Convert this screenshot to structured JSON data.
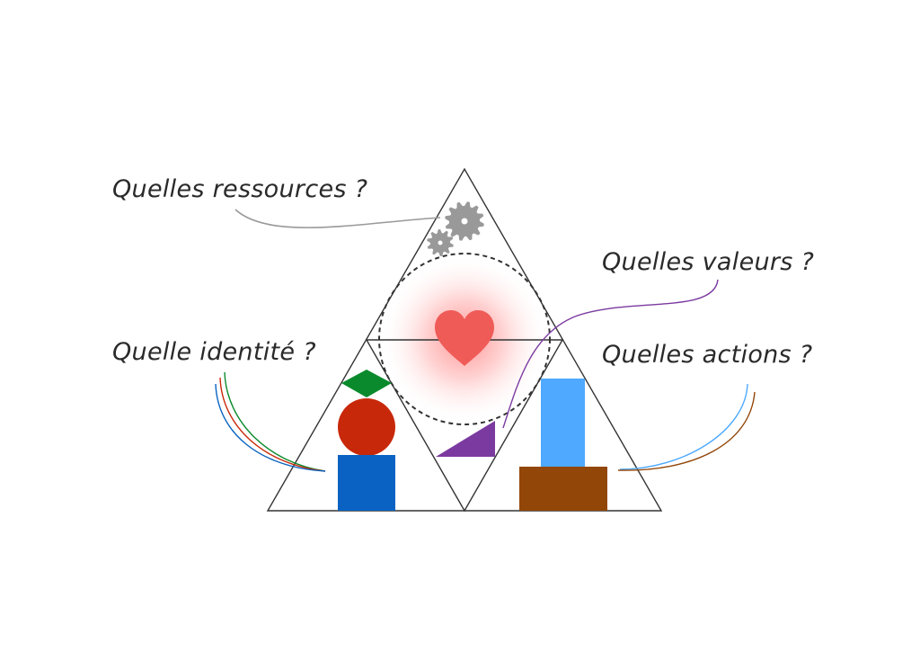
{
  "labels": {
    "resources": "Quelles ressources ?",
    "values": "Quelles valeurs ?",
    "identity": "Quelle identité ?",
    "actions": "Quelles actions ?"
  },
  "colors": {
    "heart": "#ef5b57",
    "heart_glow": "#ff3b3b",
    "gear": "#999999",
    "diamond": "#0a8a2c",
    "circle": "#c8280a",
    "blue_square": "#0a63c2",
    "purple": "#7b3aa0",
    "light_blue": "#4ea9ff",
    "brown": "#924608",
    "leader_gray": "#999999"
  },
  "icons": [
    "gear-icon",
    "heart-icon"
  ]
}
